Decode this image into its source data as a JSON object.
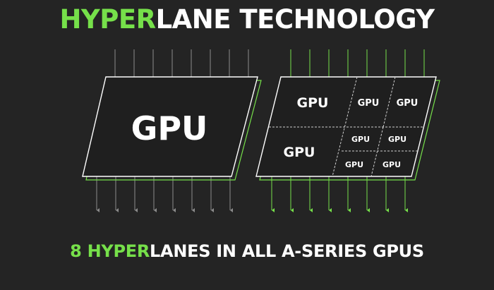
{
  "title": {
    "highlight": "HYPER",
    "rest": "LANE TECHNOLOGY"
  },
  "footer": {
    "number": "8 ",
    "highlight": "HYPER",
    "rest": "LANES IN ALL A-SERIES GPUS"
  },
  "diagram": {
    "single_gpu": {
      "label": "GPU"
    },
    "partitioned": {
      "labels": [
        "GPU",
        "GPU",
        "GPU",
        "GPU",
        "GPU",
        "GPU",
        "GPU",
        "GPU"
      ]
    },
    "lanes_per_panel": 8
  },
  "colors": {
    "accent": "#76e04a",
    "background": "#242424",
    "text": "#ffffff",
    "lane_single": "#8c8c8c",
    "lane_partitioned": "#76e04a"
  }
}
